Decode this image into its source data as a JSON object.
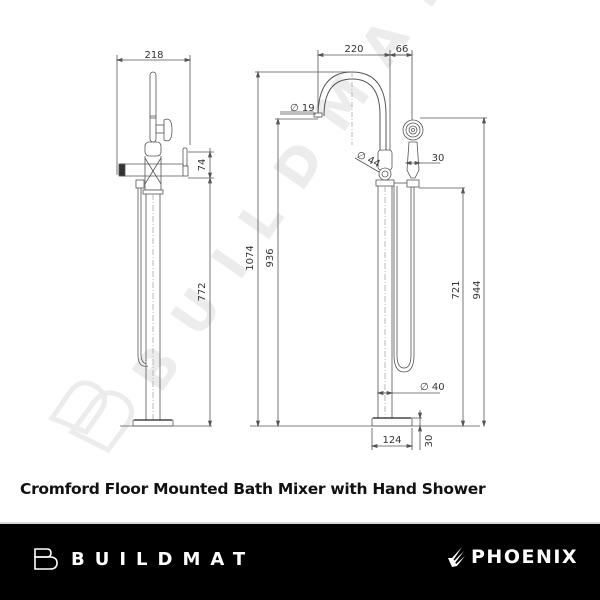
{
  "product": {
    "title": "Cromford Floor Mounted Bath Mixer with Hand Shower"
  },
  "watermark": {
    "text": "BUILDMAT",
    "color": "#e6e6e6"
  },
  "side_view": {
    "dimensions": {
      "overall_width": "218",
      "handle_height": "74",
      "spout_body_height": "772"
    }
  },
  "front_view": {
    "dimensions": {
      "spout_reach": "220",
      "handshower_offset": "66",
      "outlet_diameter": "∅ 19",
      "body_diameter": "∅ 44",
      "handshower_handle_width": "30",
      "overall_height": "1074",
      "outlet_height": "936",
      "handshower_cradle_height": "721",
      "handshower_top_height": "944",
      "column_diameter": "∅ 40",
      "base_diameter": "124",
      "base_height": "30"
    }
  },
  "footer": {
    "brand_left": "BUILDMAT",
    "brand_right": "PHOENIX",
    "background": "#000000",
    "text_color": "#ffffff"
  }
}
